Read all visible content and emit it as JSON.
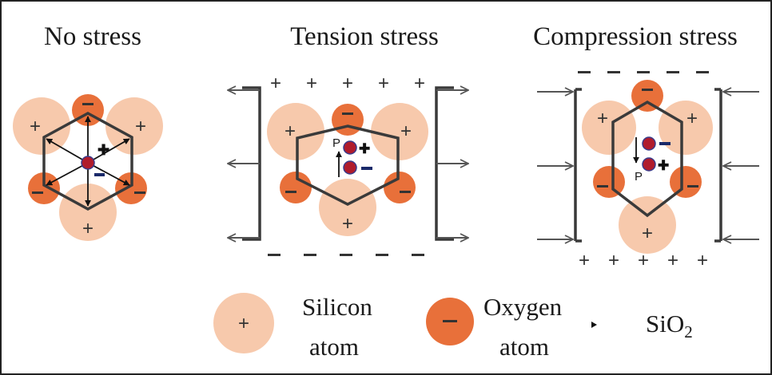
{
  "panels": {
    "no_stress": {
      "title": "No stress"
    },
    "tension": {
      "title": "Tension stress",
      "dipole_label": "P"
    },
    "compression": {
      "title": "Compression stress",
      "dipole_label": "P"
    }
  },
  "legend": {
    "silicon_line1": "Silicon",
    "silicon_line2": "atom",
    "oxygen_line1": "Oxygen",
    "oxygen_line2": "atom",
    "compound_main": "SiO",
    "compound_sub": "2"
  },
  "colors": {
    "silicon": "#f7c9ac",
    "oxygen": "#e8703a",
    "ion": "#b01c2c",
    "frame": "#3a3a3a",
    "arrow": "#555555",
    "border": "#222222"
  },
  "icons": {
    "positive_charge": "plus-sign",
    "negative_charge": "minus-sign",
    "force_arrow": "arrow",
    "plate": "bracket"
  }
}
